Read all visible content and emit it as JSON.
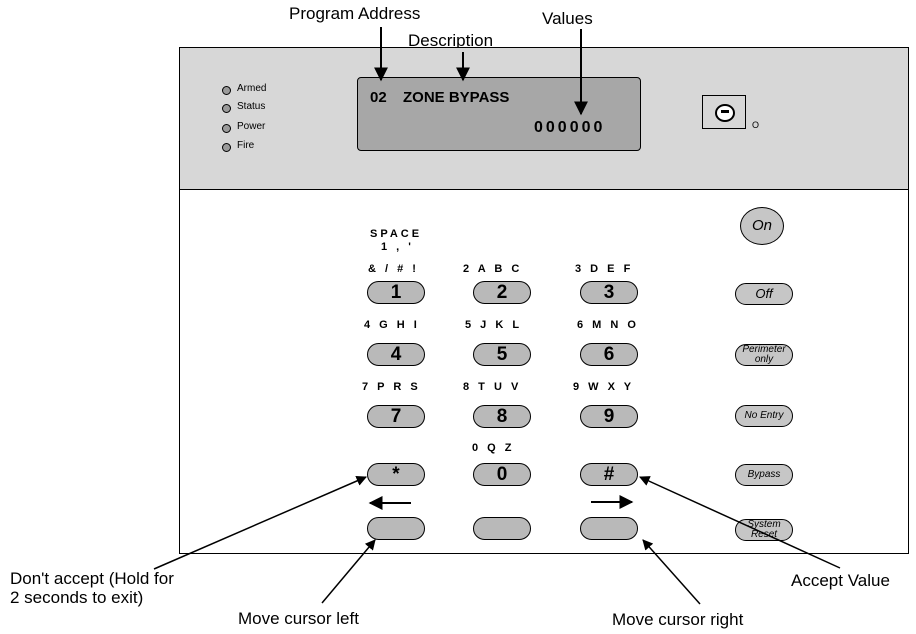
{
  "callouts": {
    "program_address": "Program Address",
    "description": "Description",
    "values": "Values",
    "dont_accept": "Don't accept (Hold for\n2 seconds to exit)",
    "move_left": "Move cursor left",
    "move_right": "Move cursor right",
    "accept_value": "Accept Value"
  },
  "indicators": [
    "Armed",
    "Status",
    "Power",
    "Fire"
  ],
  "lcd": {
    "address": "02",
    "description": "ZONE BYPASS",
    "values": "000000"
  },
  "space_label": "SPACE",
  "space_chars": "1 , '",
  "space_symbols": "& / # !",
  "keys": [
    {
      "label": "1",
      "letters": ""
    },
    {
      "label": "2",
      "letters": "2 A B C"
    },
    {
      "label": "3",
      "letters": "3 D E F"
    },
    {
      "label": "4",
      "letters": "4 G H I"
    },
    {
      "label": "5",
      "letters": "5 J K L"
    },
    {
      "label": "6",
      "letters": "6 M N O"
    },
    {
      "label": "7",
      "letters": "7 P R S"
    },
    {
      "label": "8",
      "letters": "8 T U V"
    },
    {
      "label": "9",
      "letters": "9 W X Y"
    },
    {
      "label": "*",
      "letters": ""
    },
    {
      "label": "0",
      "letters": "0 Q Z"
    },
    {
      "label": "#",
      "letters": ""
    }
  ],
  "function_keys": {
    "on": "On",
    "off": "Off",
    "perimeter_only": "Perimeter only",
    "no_entry": "No Entry",
    "bypass": "Bypass",
    "system_reset": "System Reset"
  },
  "keyswitch_label": "O"
}
